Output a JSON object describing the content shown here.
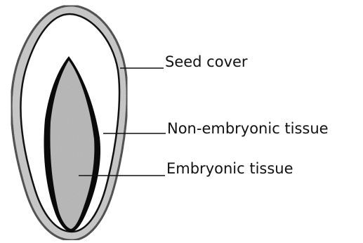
{
  "diagram": {
    "labels": {
      "seed_cover": "Seed cover",
      "non_embryonic": "Non-embryonic tissue",
      "embryonic": "Embryonic tissue"
    }
  },
  "colors": {
    "outline": "#111111",
    "seed_coat_fill": "#c8c8c8",
    "endosperm_fill": "#ffffff",
    "embryo_fill": "#b5b5b5",
    "embryo_edge": "#0a0a0a"
  }
}
